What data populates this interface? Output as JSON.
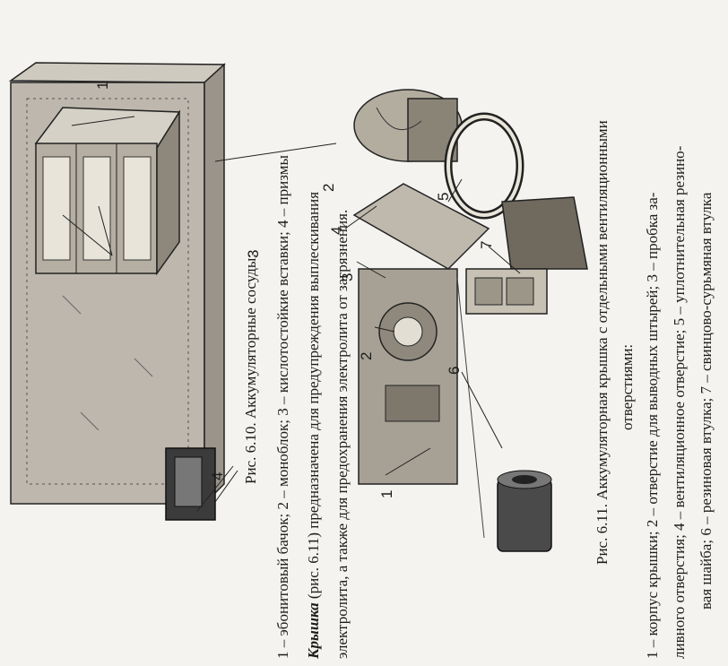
{
  "figure_6_10": {
    "caption": "Рис. 6.10. Аккумуляторные сосуды:",
    "legend": "1 – эбонитовый бачок; 2 – моноблок; 3 – кислотостойкие вставки; 4 – призмы",
    "callouts": [
      "1",
      "2",
      "3",
      "4"
    ]
  },
  "body_text": {
    "term": "Крышка",
    "line1_rest": " (рис. 6.11) предназначена для предупреждения выплескивания",
    "line2": "электролита, а также для предохранения электролита от загрязнения."
  },
  "figure_6_11": {
    "caption_line1": "Рис. 6.11. Аккумуляторная крышка с отдельными вентиляционными",
    "caption_line2": "отверстиями:",
    "legend_line1": "1 – корпус крышки; 2 – отверстие для выводных штырей; 3 – пробка за-",
    "legend_line2": "ливного отверстия; 4 – вентиляционное отверстие; 5 – уплотнительная резино-",
    "legend_line3": "вая шайба; 6 – резиновая втулка; 7 – свинцово-сурьмяная втулка",
    "callouts": [
      "1",
      "2",
      "3",
      "4",
      "5",
      "6",
      "7"
    ]
  }
}
